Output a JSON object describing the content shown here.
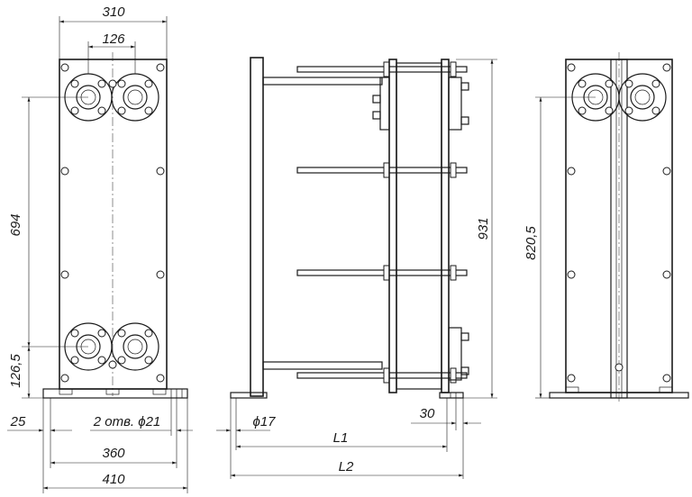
{
  "dimensions": {
    "width_310": "310",
    "port_spacing_126": "126",
    "height_694": "694",
    "height_126_5": "126,5",
    "offset_25": "25",
    "holes": "2 отв. ϕ21",
    "span_360": "360",
    "width_410": "410",
    "dia_17": "ϕ17",
    "len_L1": "L1",
    "len_L2": "L2",
    "foot_30": "30",
    "height_931": "931",
    "height_820_5": "820,5"
  }
}
